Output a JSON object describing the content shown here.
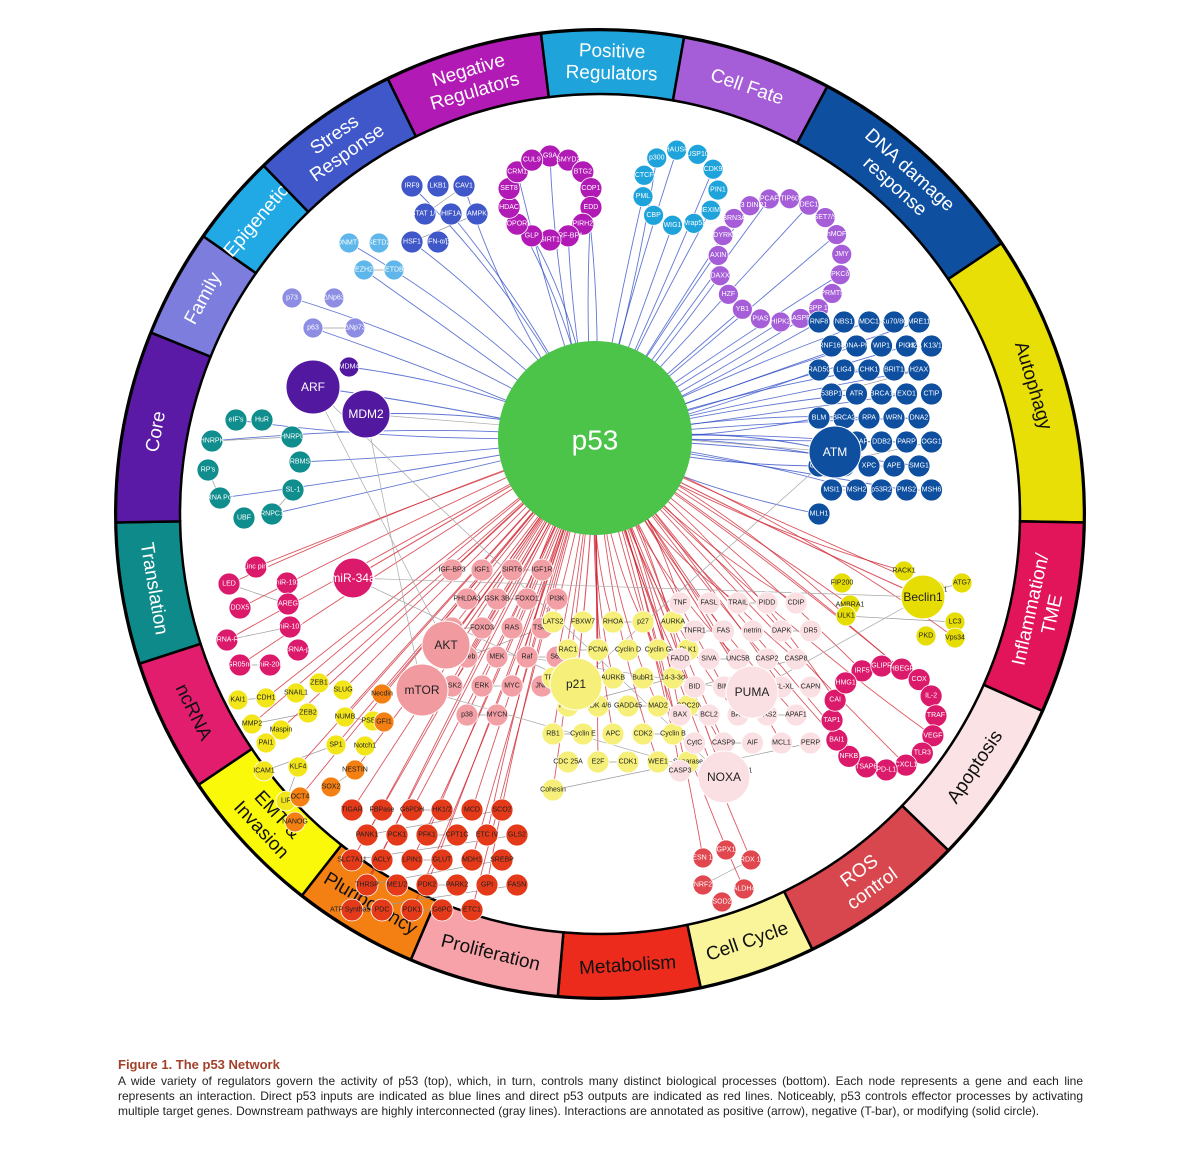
{
  "center": {
    "label": "p53",
    "color": "#4cc44a"
  },
  "segments": [
    {
      "key": "negative",
      "lines": [
        "Negative",
        "Regulators"
      ],
      "color": "#b21ab5",
      "text": "light"
    },
    {
      "key": "positive",
      "lines": [
        "Positive",
        "Regulators"
      ],
      "color": "#1ea3db",
      "text": "light"
    },
    {
      "key": "cellfate",
      "lines": [
        "Cell Fate"
      ],
      "color": "#a55ed8",
      "text": "light"
    },
    {
      "key": "dna",
      "lines": [
        "DNA damage",
        "response"
      ],
      "color": "#0e4fa0",
      "text": "light"
    },
    {
      "key": "autophagy",
      "lines": [
        "Autophagy"
      ],
      "color": "#e8df07",
      "text": "dark"
    },
    {
      "key": "inflammation",
      "lines": [
        "Inflammation/",
        "TME"
      ],
      "color": "#e2155b",
      "text": "light"
    },
    {
      "key": "apoptosis",
      "lines": [
        "Apoptosis"
      ],
      "color": "#fbe3e5",
      "text": "dark"
    },
    {
      "key": "ros",
      "lines": [
        "ROS",
        "control"
      ],
      "color": "#d8474e",
      "text": "light"
    },
    {
      "key": "cellcycle",
      "lines": [
        "Cell Cycle"
      ],
      "color": "#faf59b",
      "text": "dark"
    },
    {
      "key": "metabolism",
      "lines": [
        "Metabolism"
      ],
      "color": "#ec2b1c",
      "text": "dark"
    },
    {
      "key": "proliferation",
      "lines": [
        "Proliferation"
      ],
      "color": "#f7a2a8",
      "text": "dark"
    },
    {
      "key": "pluripotency",
      "lines": [
        "Pluripotency"
      ],
      "color": "#f47f12",
      "text": "dark"
    },
    {
      "key": "emt",
      "lines": [
        "EMT &",
        "Invasion"
      ],
      "color": "#fbf90a",
      "text": "dark"
    },
    {
      "key": "ncrna",
      "lines": [
        "ncRNA"
      ],
      "color": "#e31d6e",
      "text": "dark"
    },
    {
      "key": "translation",
      "lines": [
        "Translation"
      ],
      "color": "#0e8a8a",
      "text": "light"
    },
    {
      "key": "core",
      "lines": [
        "Core"
      ],
      "color": "#5b1aa6",
      "text": "light"
    },
    {
      "key": "family",
      "lines": [
        "Family"
      ],
      "color": "#7c7ddd",
      "text": "light"
    },
    {
      "key": "epigenetic",
      "lines": [
        "Epigenetic"
      ],
      "color": "#21a9e6",
      "text": "light"
    },
    {
      "key": "stress",
      "lines": [
        "Stress",
        "Response"
      ],
      "color": "#3f57c9",
      "text": "light"
    }
  ],
  "hubs": [
    {
      "label": "ARF",
      "color": "#5218a0",
      "text": "light"
    },
    {
      "label": "MDM2",
      "color": "#5218a0",
      "text": "light"
    },
    {
      "label": "miR-34a",
      "color": "#dc1a6c",
      "text": "light"
    },
    {
      "label": "AKT",
      "color": "#f19aa0",
      "text": "dark"
    },
    {
      "label": "mTOR",
      "color": "#f19aa0",
      "text": "dark"
    },
    {
      "label": "p21",
      "color": "#f6f07a",
      "text": "dark"
    },
    {
      "label": "PUMA",
      "color": "#fbe0e3",
      "text": "dark"
    },
    {
      "label": "NOXA",
      "color": "#fbe0e3",
      "text": "dark"
    },
    {
      "label": "ATM",
      "color": "#0e4fa0",
      "text": "light"
    },
    {
      "label": "Beclin1",
      "color": "#e6dd05",
      "text": "dark"
    }
  ],
  "node_groups": [
    {
      "key": "negative",
      "color": "#b21ab5",
      "text": "light",
      "labels": [
        "G9A",
        "SMYD2",
        "BTG2",
        "COP1",
        "EDD",
        "PIRH2",
        "ARF-BP1",
        "SIRT1",
        "GLP",
        "TOPORS",
        "HDAC",
        "SET8",
        "CRM1",
        "CUL9"
      ]
    },
    {
      "key": "positive",
      "color": "#1ea3db",
      "text": "light",
      "labels": [
        "HAUSP",
        "USP10",
        "CDK9",
        "PIN1",
        "HEXIM1",
        "Wrap53",
        "WIG1",
        "CBP",
        "PML",
        "CTCF",
        "p300"
      ]
    },
    {
      "key": "cellfate",
      "color": "#a55ed8",
      "text": "light",
      "labels": [
        "PCAF",
        "TIP60",
        "DEC1",
        "SET7/9",
        "hMOF",
        "JMY",
        "PKCδ",
        "PRMT5",
        "ASPP 1/2",
        "iASPP",
        "HIPK2",
        "PIAS",
        "YB1",
        "HZF",
        "DAXX",
        "AXIN",
        "DYRK",
        "BRN3A",
        "p53 DINP1"
      ]
    },
    {
      "key": "stress",
      "color": "#3f57c9",
      "text": "light",
      "labels": [
        "IRF9",
        "LKB1",
        "CAV1",
        "STAT 1/2",
        "HIF1A",
        "AMPK",
        "HSF1",
        "IFN-α/β"
      ]
    },
    {
      "key": "epigenetic",
      "color": "#5fb6ea",
      "text": "light",
      "labels": [
        "DNMT1",
        "SETD2",
        "EZH2",
        "SETDB1"
      ]
    },
    {
      "key": "family",
      "color": "#8c8de3",
      "text": "light",
      "labels": [
        "p73",
        "ΔNp63",
        "p63",
        "ΔNp73"
      ]
    },
    {
      "key": "core",
      "color": "#5218a0",
      "text": "light",
      "labels": [
        "MDM4"
      ]
    },
    {
      "key": "translation",
      "color": "#108e8e",
      "text": "light",
      "labels": [
        "eIF's",
        "HuR",
        "HNRPK",
        "HNRPL",
        "RBMS",
        "RP's",
        "RNA Pol",
        "UBF",
        "RNPC1",
        "SL-1"
      ]
    },
    {
      "key": "dna",
      "color": "#0e4fa0",
      "text": "light",
      "labels": [
        "RNF8",
        "NBS1",
        "MDC1",
        "Ku70/80",
        "MRE11",
        "RNF168",
        "DNA-PK",
        "WIP1",
        "PIG3",
        "H2A K13/15Ub",
        "RAD50",
        "LIG4",
        "CHK1",
        "BRIT1",
        "H2AX",
        "53BP1",
        "ATR",
        "BRCA1",
        "EXO1",
        "CTIP",
        "BLM",
        "BRCA2",
        "RPA",
        "WRN",
        "DNA2",
        "RAD51",
        "STRAP",
        "DDB2",
        "PARP",
        "OGG1",
        "CHK2",
        "POLH",
        "XPC",
        "APE",
        "SMG1",
        "MSI1",
        "MSH2",
        "p53R2",
        "PMS2",
        "MSH6",
        "MLH1"
      ]
    },
    {
      "key": "autophagy",
      "color": "#e6dd05",
      "text": "dark",
      "labels": [
        "RACK1",
        "FIP200",
        "DRAM1",
        "ATG7",
        "AMBRA1",
        "LC3",
        "ULK1",
        "PKD",
        "Vps34"
      ]
    },
    {
      "key": "inflammation",
      "color": "#dc1a6c",
      "text": "light",
      "labels": [
        "IRF5",
        "GLIPR",
        "HBEGF",
        "COX",
        "IL-2",
        "TRAF",
        "VEGF",
        "TLR3",
        "CXCL1",
        "PD-L1",
        "TSAP6",
        "NFKB",
        "BAI1",
        "TAP1",
        "CAI",
        "HMG1"
      ]
    },
    {
      "key": "ncrna",
      "color": "#dc1a6c",
      "text": "light",
      "labels": [
        "Linc pint",
        "miR-192",
        "LED",
        "AREG",
        "DDX5",
        "miR-107",
        "lincRNA-RoR",
        "lincRNA-p21",
        "GR05nk",
        "miR-200"
      ]
    },
    {
      "key": "emt",
      "color": "#f2e61a",
      "text": "dark",
      "labels": [
        "ZEB1",
        "SNAIL1",
        "CDH1",
        "KAI1",
        "SLUG",
        "ZEB2",
        "MMP2",
        "Maspin",
        "NUMB",
        "PSEN1",
        "PAI1",
        "ICAM1",
        "SP1",
        "Notch1",
        "KLF4",
        "LIF"
      ]
    },
    {
      "key": "pluripotency",
      "color": "#f47f12",
      "text": "dark",
      "labels": [
        "Necdin",
        "GFI1",
        "NESTIN",
        "SOX2",
        "OCT4",
        "NANOG"
      ]
    },
    {
      "key": "proliferation",
      "color": "#f2a0a6",
      "text": "dark",
      "labels": [
        "IGF-BP3",
        "IGF1",
        "SIRT6",
        "IGF1R",
        "PHLDA3",
        "GSK 3B",
        "FOXO1",
        "PI3K",
        "PTEN",
        "FOXO3",
        "RAS",
        "TSC2",
        "Rheb",
        "MEK",
        "Raf",
        "S6K",
        "RSK2",
        "ERK",
        "MYC",
        "JNK",
        "p38",
        "MYCN"
      ]
    },
    {
      "key": "metabolism",
      "color": "#e43a1a",
      "text": "dark",
      "labels": [
        "TIGAR",
        "FBPase",
        "G6PDH",
        "HK1/2",
        "MCD",
        "SCO2",
        "PANK1",
        "PCK1",
        "PFK1",
        "CPT1C",
        "ETC IV",
        "GLS2",
        "SLC7A11",
        "ACLY",
        "LPIN1",
        "GLUT",
        "MDH1",
        "SREBP",
        "THRSP",
        "ME1/2",
        "PDK2",
        "PARK2",
        "GPI",
        "FASN",
        "ATP Synthase",
        "PDC",
        "PDK1",
        "G6PC",
        "ETC1"
      ]
    },
    {
      "key": "cellcycle",
      "color": "#f6f07a",
      "text": "dark",
      "labels": [
        "LATS2",
        "FBXW7",
        "RHOA",
        "p27",
        "AURKA",
        "RAC1",
        "PCNA",
        "Cyclin D",
        "Cyclin G",
        "PLK1",
        "TRF2",
        "INK4A",
        "AURKB",
        "BubR1",
        "14-3-3σ",
        "PP2A",
        "CDK 4/6",
        "GADD45",
        "MAD2",
        "CDC20",
        "RB1",
        "Cyclin E",
        "APC",
        "CDK2",
        "Cyclin B",
        "CDC 25A",
        "E2F",
        "CDK1",
        "WEE1",
        "Separase",
        "Cohesin"
      ]
    },
    {
      "key": "apoptosis",
      "color": "#fbe0e3",
      "text": "dark",
      "labels": [
        "TNF",
        "FASL",
        "TRAIL",
        "PIDD",
        "CDIP",
        "TNFR1",
        "FAS",
        "netrin",
        "DAPK",
        "DR5",
        "FADD",
        "SIVA",
        "UNC5B",
        "CASP2",
        "CASP8",
        "BID",
        "BIM",
        "BAD",
        "BCL-XL",
        "CAPN",
        "BAX",
        "BCL2",
        "BAK",
        "GAS2",
        "APAF1",
        "CytC",
        "CASP9",
        "AIF",
        "MCL1",
        "PERP",
        "CASP3",
        "Scotin",
        "p53 AIP1"
      ]
    },
    {
      "key": "ros",
      "color": "#e0474f",
      "text": "light",
      "labels": [
        "SESN 1/2",
        "GPX1",
        "PRDX 1-6",
        "NRF2",
        "ALDH4",
        "SOD2"
      ]
    }
  ],
  "caption": {
    "title": "Figure 1.  The p53 Network",
    "body": "A wide variety of regulators govern the activity of p53 (top), which, in turn, controls many distinct biological processes (bottom). Each node represents a gene and each line represents an interaction. Direct p53 inputs are indicated as blue lines and direct p53 outputs are indicated as red lines. Noticeably, p53 controls effector processes by activating multiple target genes. Downstream pathways are highly interconnected (gray lines). Interactions are annotated as positive (arrow), negative (T-bar), or modifying (solid circle)."
  }
}
